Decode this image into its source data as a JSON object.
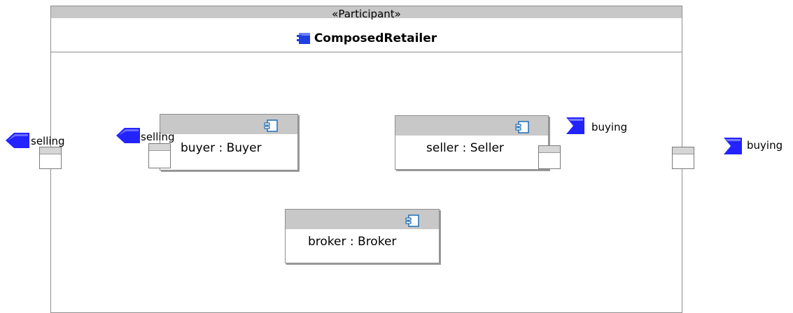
{
  "participant": {
    "stereotype": "«Participant»",
    "name": "ComposedRetailer"
  },
  "parts": {
    "buyer": "buyer : Buyer",
    "seller": "seller : Seller",
    "broker": "broker : Broker"
  },
  "ports": {
    "outer_left_label": "selling",
    "buyer_port_label": "selling",
    "seller_port_label": "buying",
    "outer_right_label": "buying"
  },
  "colors": {
    "frame_header": "#c8c8c8",
    "port_icon_blue": "#2323ff",
    "component_icon": "#1f6fb5"
  },
  "icons": {
    "participant_icon": "component-icon",
    "selling_port_icon": "provider-port-icon",
    "buying_port_icon": "consumer-port-icon"
  }
}
